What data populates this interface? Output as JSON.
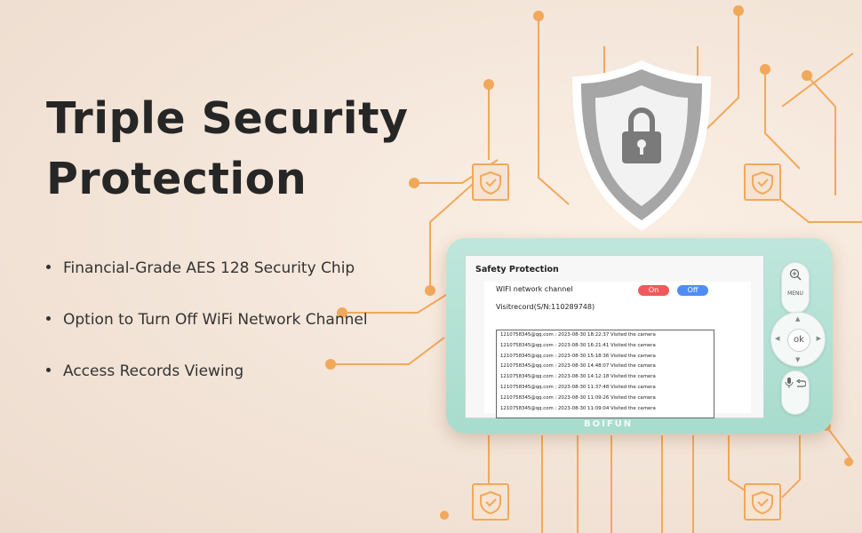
{
  "headline": {
    "line1": "Triple Security",
    "line2": "Protection"
  },
  "features": [
    "Financial-Grade AES 128 Security Chip",
    "Option to Turn Off WiFi Network Channel",
    "Access Records Viewing"
  ],
  "device": {
    "brand": "BOIFUN",
    "screen_title": "Safety Protection",
    "wifi_label": "WIFI network channel",
    "on_label": "On",
    "off_label": "Off",
    "visit_label": "Visitrecord(S/N:110289748)",
    "log": [
      "1210758345@qq.com : 2023-08-30 18:22:37 Visited the camera",
      "1210758345@qq.com : 2023-08-30 16:21:41 Visited the camera",
      "1210758345@qq.com : 2023-08-30 15:18:36 Visited the camera",
      "1210758345@qq.com : 2023-08-30 14:48:07 Visited the camera",
      "1210758345@qq.com : 2023-08-30 14:12:18 Visited the camera",
      "1210758345@qq.com : 2023-08-30 11:37:48 Visited the camera",
      "1210758345@qq.com : 2023-08-30 11:09:26 Visited the camera",
      "1210758345@qq.com : 2023-08-30 11:09:04 Visited the camera"
    ],
    "buttons": {
      "menu": "MENU",
      "ok": "ok"
    }
  },
  "colors": {
    "circuit": "#f2a85a",
    "background": "#f4e6da",
    "shield_outer": "#a6a6a6",
    "shield_inner": "#f2f2f2",
    "device_body": "#b4e1d5",
    "on_pill": "#f05a5a",
    "off_pill": "#4f8df5"
  },
  "icons": [
    "shield-lock-icon",
    "shield-check-icon",
    "zoom-in-icon",
    "microphone-icon",
    "back-icon",
    "arrow-up-icon",
    "arrow-down-icon",
    "arrow-left-icon",
    "arrow-right-icon"
  ]
}
